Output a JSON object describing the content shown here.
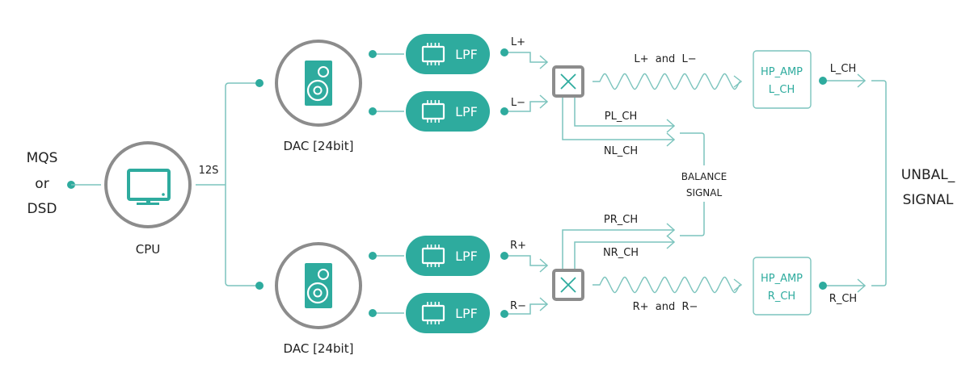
{
  "colors": {
    "accent": "#2eab9e",
    "line": "#7cc4bd",
    "ring": "#8c8c8c",
    "text": "#222222"
  },
  "input": {
    "line1": "MQS",
    "line2": "or",
    "line3": "DSD"
  },
  "cpu": {
    "label": "CPU",
    "icon": "monitor-icon"
  },
  "bus": {
    "label": "12S"
  },
  "dac_top": {
    "label": "DAC [24bit]",
    "icon": "speaker-icon"
  },
  "dac_bottom": {
    "label": "DAC [24bit]",
    "icon": "speaker-icon"
  },
  "lpf": {
    "label": "LPF",
    "icon": "chip-icon"
  },
  "signals": {
    "l_plus": "L+",
    "l_minus": "L−",
    "r_plus": "R+",
    "r_minus": "R−",
    "l_combined": "L+  and  L−",
    "r_combined": "R+  and  R−",
    "pl_ch": "PL_CH",
    "nl_ch": "NL_CH",
    "pr_ch": "PR_CH",
    "nr_ch": "NR_CH",
    "balance_1": "BALANCE",
    "balance_2": "SIGNAL",
    "l_ch": "L_CH",
    "r_ch": "R_CH"
  },
  "amp_left": {
    "line1": "HP_AMP",
    "line2": "L_CH"
  },
  "amp_right": {
    "line1": "HP_AMP",
    "line2": "R_CH"
  },
  "output": {
    "line1": "UNBAL_",
    "line2": "SIGNAL"
  }
}
